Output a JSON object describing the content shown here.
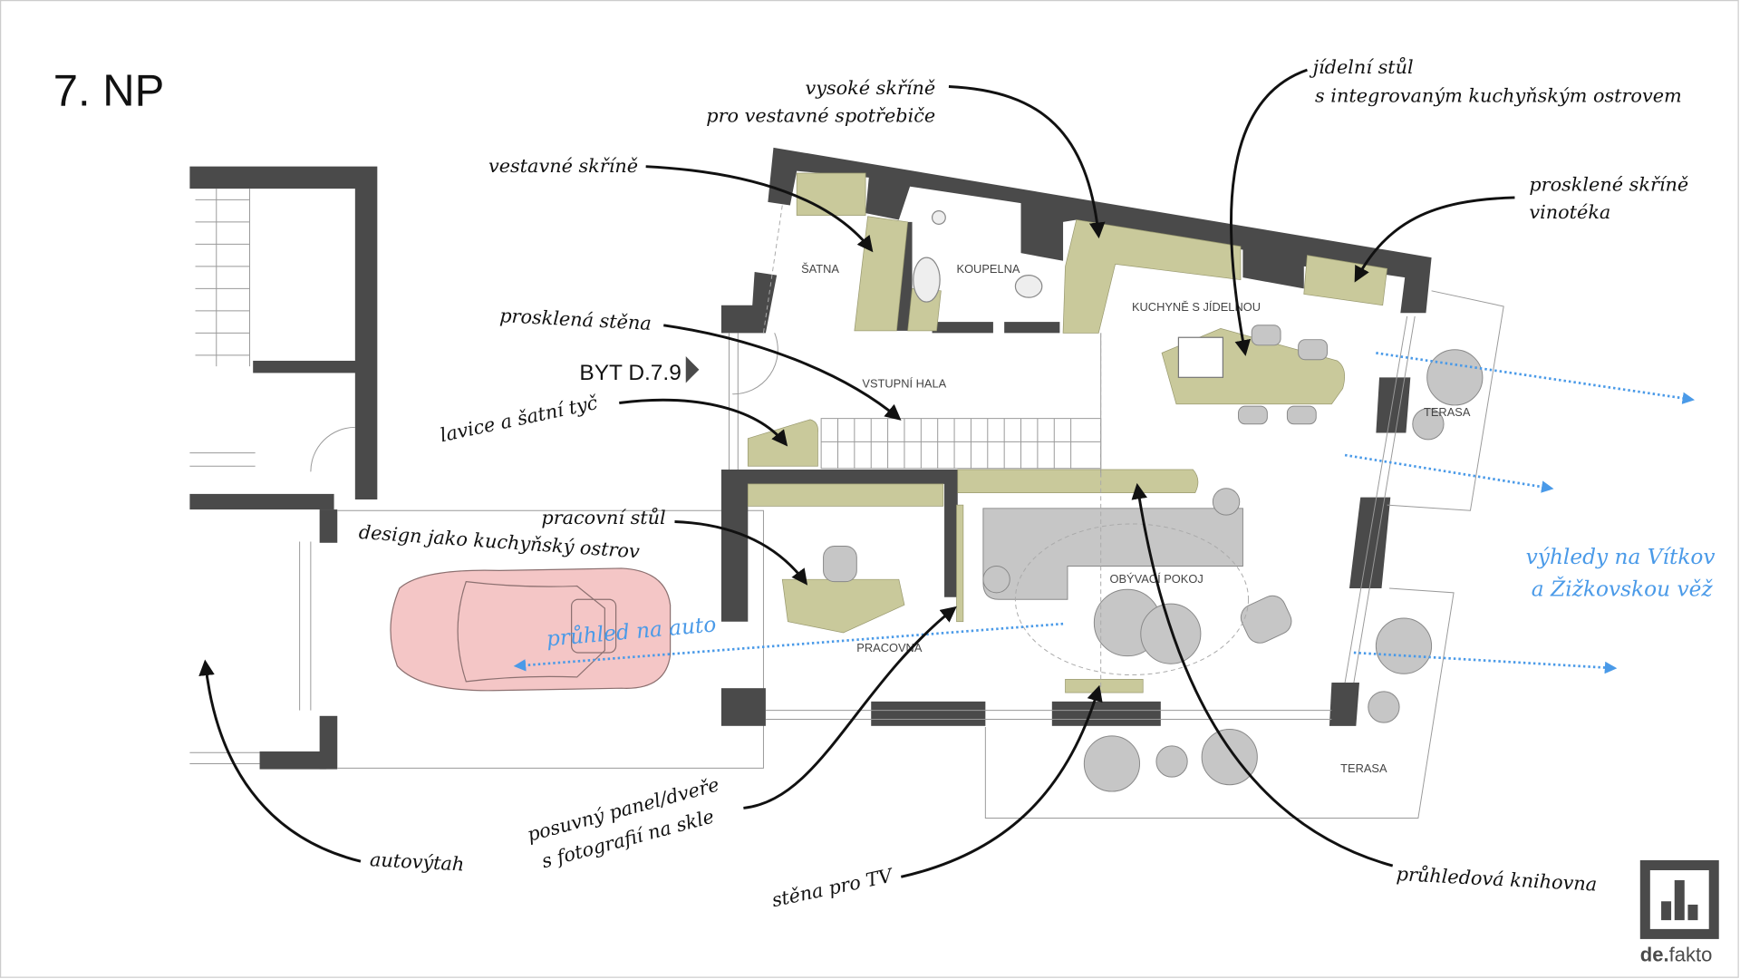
{
  "title": "7. NP",
  "apartment": "BYT D.7.9",
  "rooms": {
    "satna": "ŠATNA",
    "koupelna": "KOUPELNA",
    "kuchyne": "KUCHYNĚ S JÍDELNOU",
    "hala": "VSTUPNÍ HALA",
    "terasa_1": "TERASA",
    "obyvaci": "OBÝVACÍ POKOJ",
    "pracovna": "PRACOVNA",
    "terasa_2": "TERASA"
  },
  "annotations": {
    "vysoke_1": "vysoké skříně",
    "vysoke_2": "pro vestavné spotřebiče",
    "vestavne": "vestavné skříně",
    "jidelni_1": "jídelní stůl",
    "jidelni_2": "s integrovaným kuchyňským ostrovem",
    "prosklene_1": "prosklené skříně",
    "prosklene_2": "vinotéka",
    "prosklena_stena": "prosklená stěna",
    "lavice": "lavice a šatní tyč",
    "pracovni_1": "pracovní stůl",
    "pracovni_2": "design jako kuchyňský ostrov",
    "pruhled_auto": "průhled na auto",
    "vyhledy_1": "výhledy na Vítkov",
    "vyhledy_2": "a Žižkovskou věž",
    "autovytah": "autovýtah",
    "posuvny_1": "posuvný panel/dveře",
    "posuvny_2": "s fotografií na skle",
    "stena_tv": "stěna pro TV",
    "knihovna": "průhledová knihovna"
  },
  "logo": {
    "text_bold": "de.",
    "text": "fakto"
  },
  "colors": {
    "wall": "#4a4a4a",
    "joinery": "#c9c99b",
    "car": "#f4c6c6",
    "view_arrow": "#4a9ae8"
  }
}
